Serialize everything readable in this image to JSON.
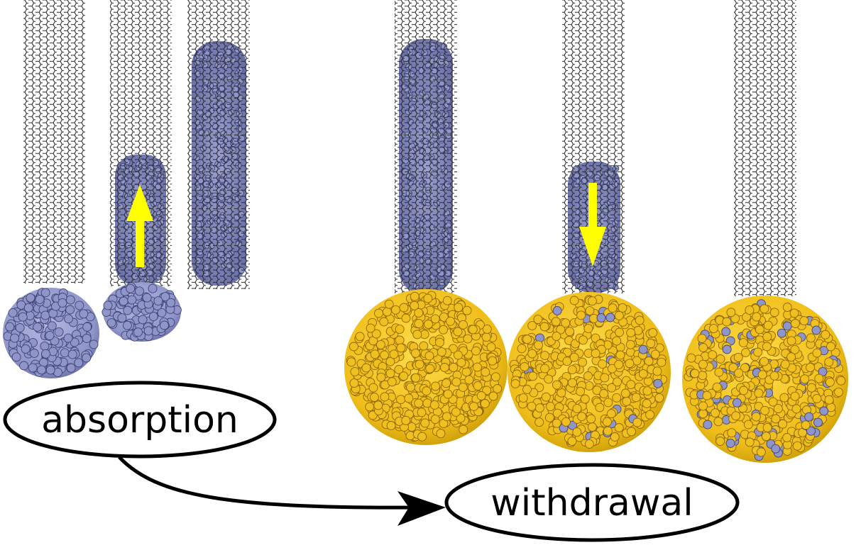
{
  "labels": {
    "absorption": "absorption",
    "withdrawal": "withdrawal"
  },
  "colors": {
    "nanotube_lattice": "#2b2b2b",
    "metal_blue": "#8f95c8",
    "metal_blue_dark": "#3d4273",
    "gold": "#f0c020",
    "gold_dark": "#8a6400",
    "arrow_yellow": "#ffff00",
    "outline": "#000000"
  },
  "panels": [
    {
      "name": "absorption-step-1",
      "droplet": "blue",
      "tube_fill": 0.0,
      "flow": "none"
    },
    {
      "name": "absorption-step-2",
      "droplet": "blue",
      "tube_fill": 0.45,
      "flow": "up"
    },
    {
      "name": "absorption-step-3",
      "droplet": "none",
      "tube_fill": 0.85,
      "flow": "none"
    },
    {
      "name": "withdrawal-step-1",
      "droplet": "gold",
      "tube_fill": 0.8,
      "flow": "none"
    },
    {
      "name": "withdrawal-step-2",
      "droplet": "gold-mixed",
      "tube_fill": 0.45,
      "flow": "down"
    },
    {
      "name": "withdrawal-step-3",
      "droplet": "gold-mixed",
      "tube_fill": 0.0,
      "flow": "none"
    }
  ]
}
